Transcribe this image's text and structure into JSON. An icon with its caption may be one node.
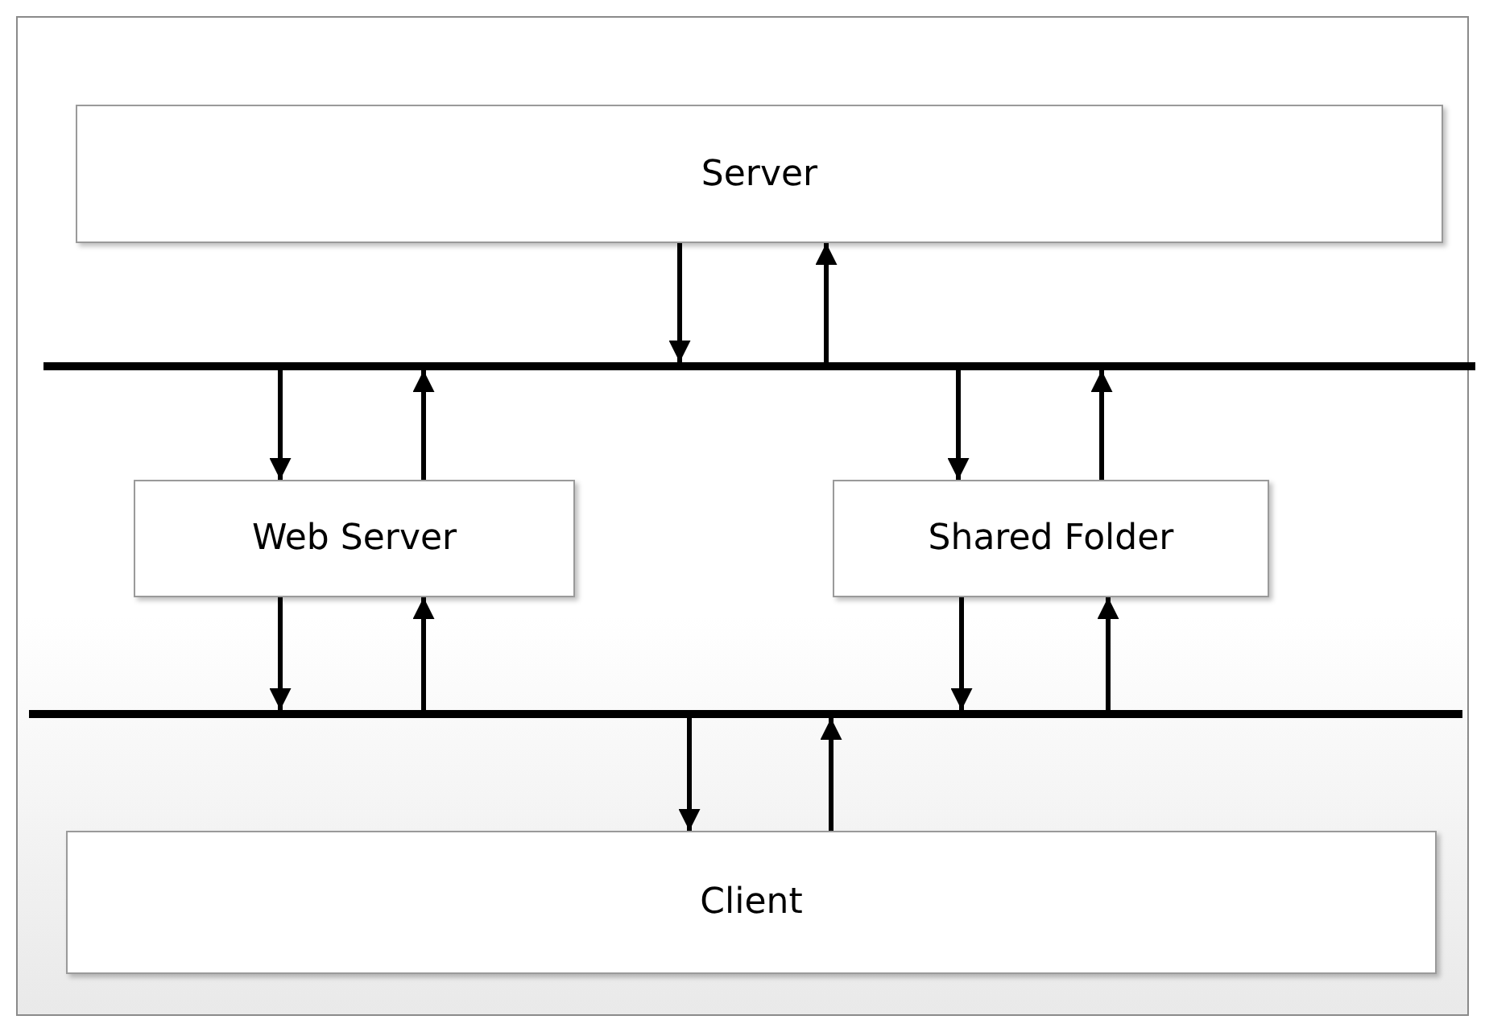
{
  "diagram": {
    "nodes": [
      {
        "text": [
          "Server"
        ]
      },
      {
        "text": [],
        "shape": "bar"
      },
      {
        "text": [
          "Web Server"
        ]
      },
      {
        "text": [
          "Shared Folder"
        ]
      },
      {
        "text": [],
        "shape": "bar"
      },
      {
        "text": [
          "Client"
        ]
      }
    ],
    "edges": [
      {
        "from": 0,
        "to": 1,
        "arrow": "to"
      },
      {
        "from": 1,
        "to": 0,
        "arrow": "to"
      },
      {
        "from": 1,
        "to": 2,
        "arrow": "to"
      },
      {
        "from": 2,
        "to": 1,
        "arrow": "to"
      },
      {
        "from": 1,
        "to": 3,
        "arrow": "to"
      },
      {
        "from": 3,
        "to": 1,
        "arrow": "to"
      },
      {
        "from": 2,
        "to": 4,
        "arrow": "to"
      },
      {
        "from": 4,
        "to": 2,
        "arrow": "to"
      },
      {
        "from": 3,
        "to": 4,
        "arrow": "to"
      },
      {
        "from": 4,
        "to": 3,
        "arrow": "to"
      },
      {
        "from": 4,
        "to": 5,
        "arrow": "to"
      },
      {
        "from": 5,
        "to": 4,
        "arrow": "to"
      }
    ]
  }
}
